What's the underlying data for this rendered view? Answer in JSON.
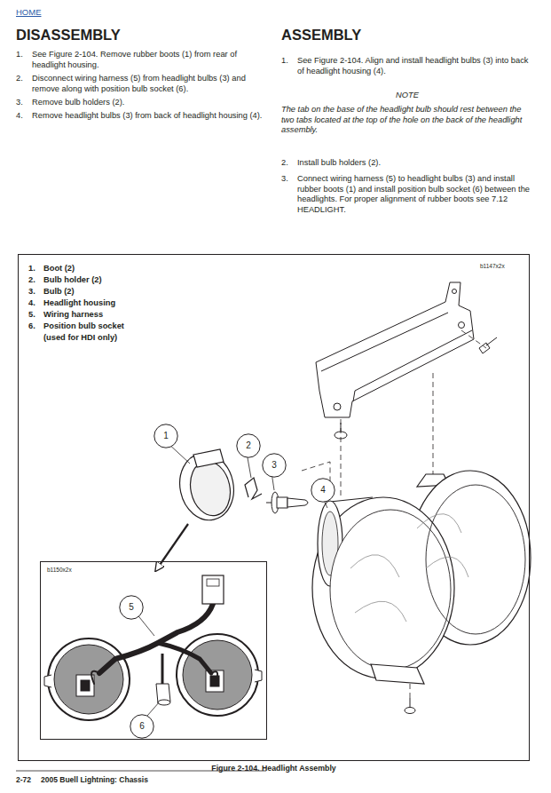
{
  "diagram": {
    "caption": "Figure 2-104. Headlight Assembly",
    "nodes": [
      {
        "text": [
          "1.",
          "Boot (2)",
          "2.",
          "Bulb holder (2)",
          "3.",
          "Bulb (2)",
          "4.",
          "Headlight housing",
          "5.",
          "Wiring harness",
          "6.",
          "Position bulb socket (used for HDI only)",
          "b1147x2x"
        ]
      },
      {
        "text": [
          "b1150x2x"
        ],
        "in": 0
      },
      {
        "text": [
          "1"
        ],
        "in": 0
      },
      {
        "text": [
          "2"
        ],
        "in": 0
      },
      {
        "text": [
          "3"
        ],
        "in": 0
      },
      {
        "text": [
          "4"
        ],
        "in": 0
      },
      {
        "text": [
          "5"
        ],
        "in": 1
      },
      {
        "text": [
          "6"
        ],
        "in": 1
      }
    ],
    "labels": [
      "HOME",
      "DISASSEMBLY",
      "1.",
      "See Figure 2-104. Remove rubber boots (1) from rear of headlight housing.",
      "2.",
      "Disconnect wiring harness (5) from headlight bulbs (3) and remove along with position bulb socket (6).",
      "3.",
      "Remove bulb holders (2).",
      "4.",
      "Remove headlight bulbs (3) from back of headlight housing (4).",
      "ASSEMBLY",
      "1.",
      "See Figure 2-104. Align and install headlight bulbs (3) into back of headlight housing (4).",
      "NOTE",
      "The tab on the base of the headlight bulb should rest between the two tabs located at the top of the hole on the back of the headlight assembly.",
      "2.",
      "Install bulb holders (2).",
      "3.",
      "Connect wiring harness (5) to headlight bulbs (3) and install rubber boots (1) and install position bulb socket (6) between the headlights. For proper alignment of rubber boots see 7.12 HEADLIGHT.",
      "2-72",
      "2005 Buell Lightning: Chassis"
    ]
  }
}
